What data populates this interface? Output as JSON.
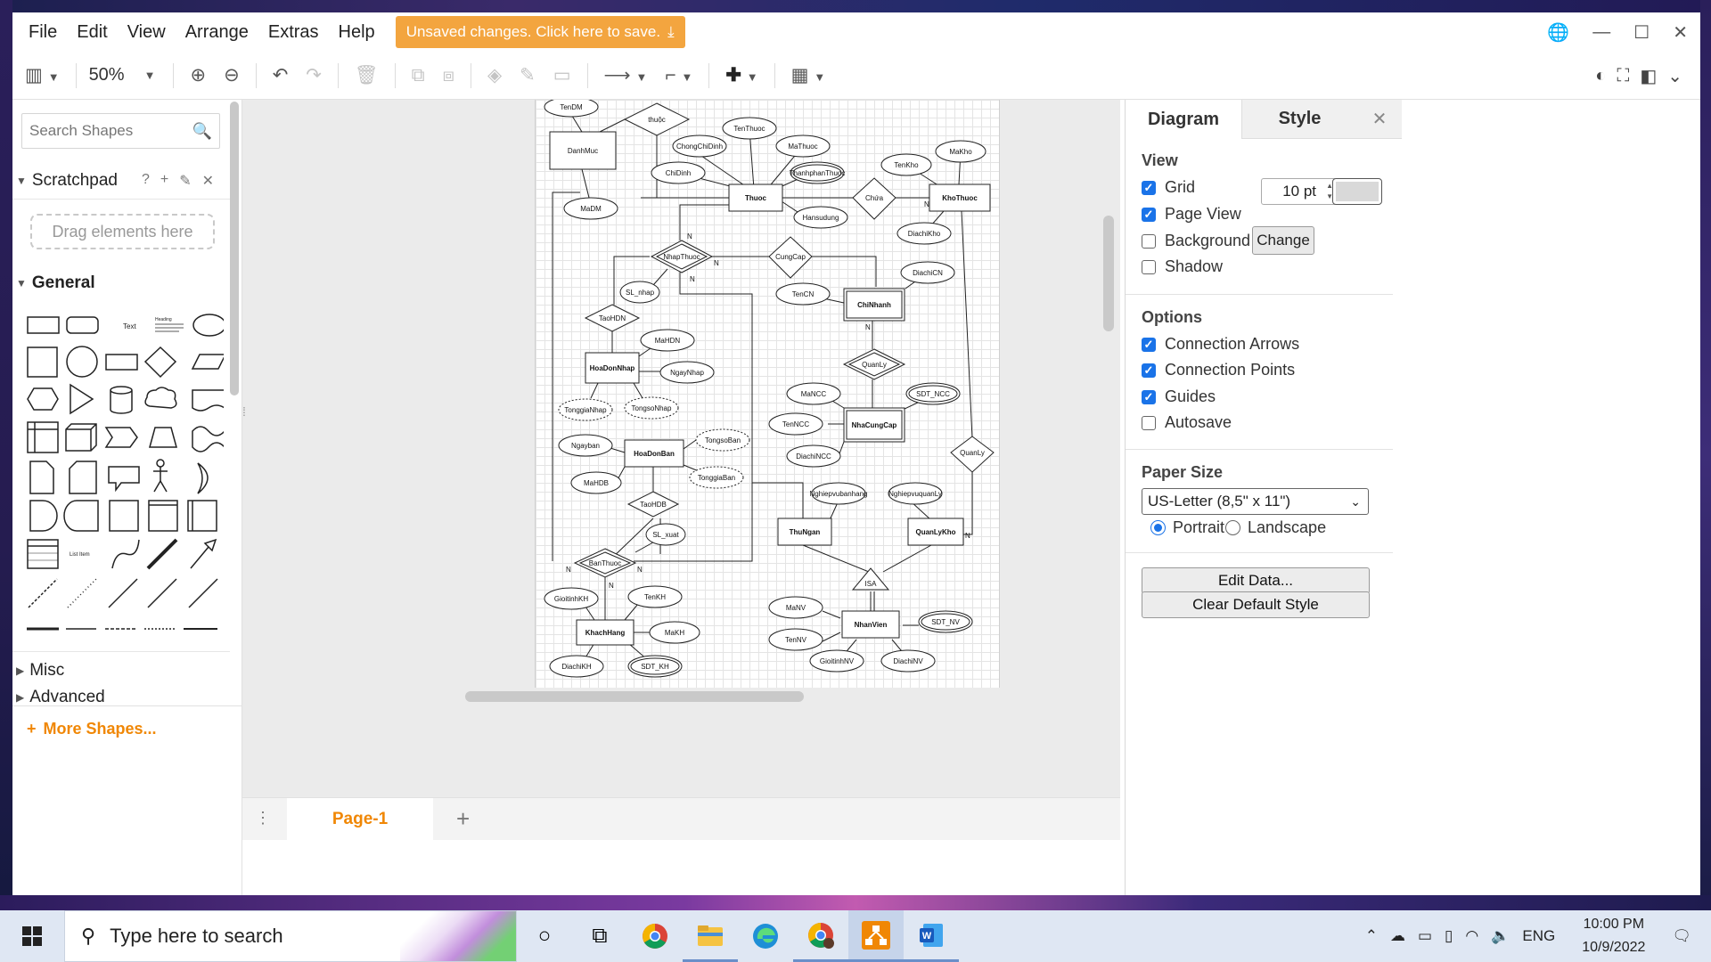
{
  "menubar": {
    "items": [
      "File",
      "Edit",
      "View",
      "Arrange",
      "Extras",
      "Help"
    ],
    "unsaved_label": "Unsaved changes. Click here to save."
  },
  "toolbar": {
    "zoom": "50%"
  },
  "sidebar": {
    "search_placeholder": "Search Shapes",
    "scratchpad_title": "Scratchpad",
    "scratchpad_tools": [
      "?",
      "+",
      "✎",
      "✕"
    ],
    "drag_hint": "Drag elements here",
    "general_title": "General",
    "misc_title": "Misc",
    "advanced_title": "Advanced",
    "more_shapes": "More Shapes...",
    "shape_text_label": "Text",
    "shape_heading_label": "Heading",
    "shape_listitem_label": "List Item"
  },
  "pages": {
    "tabs": [
      "Page-1"
    ]
  },
  "panel": {
    "tabs": [
      "Diagram",
      "Style"
    ],
    "view_title": "View",
    "grid_label": "Grid",
    "grid_checked": true,
    "grid_size": "10 pt",
    "grid_color": "#d9d9d9",
    "page_view_label": "Page View",
    "page_view_checked": true,
    "background_label": "Background",
    "background_checked": false,
    "change_label": "Change",
    "shadow_label": "Shadow",
    "shadow_checked": false,
    "options_title": "Options",
    "connection_arrows_label": "Connection Arrows",
    "connection_points_label": "Connection Points",
    "guides_label": "Guides",
    "autosave_label": "Autosave",
    "paper_title": "Paper Size",
    "paper_value": "US-Letter (8,5\" x 11\")",
    "portrait_label": "Portrait",
    "landscape_label": "Landscape",
    "orientation": "Portrait",
    "edit_data_label": "Edit Data...",
    "clear_style_label": "Clear Default Style"
  },
  "diagram": {
    "entities": {
      "danhmuc": "DanhMuc",
      "thuoc": "Thuoc",
      "khothuoc": "KhoThuoc",
      "chinhanh": "ChiNhanh",
      "hoadonnhap": "HoaDonNhap",
      "hoadonban": "HoaDonBan",
      "nhacungcap": "NhaCungCap",
      "thungan": "ThuNgan",
      "quanlykho": "QuanLyKho",
      "khachhang": "KhachHang",
      "nhanvien": "NhanVien"
    },
    "relations": {
      "thuoc_rel": "thuộc",
      "chua": "Chứa",
      "nhapthuoc": "NhapThuoc",
      "cungcap": "CungCap",
      "taohdn": "TaoHDN",
      "quanly1": "QuanLy",
      "quanly2": "QuanLy",
      "taohdb": "TaoHDB",
      "banthuoc": "BanThuoc",
      "isa": "ISA"
    },
    "attributes": {
      "tendm": "TenDM",
      "madm": "MaDM",
      "chongchidinh": "ChongChiDinh",
      "tenthuoc": "TenThuoc",
      "mathuoc": "MaThuoc",
      "chidinh": "ChiDinh",
      "thanhphan": "ThanhphanThuoc",
      "hansudung": "Hansudung",
      "tenkho": "TenKho",
      "makho": "MaKho",
      "diachikho": "DiachiKho",
      "diachicn": "DiachiCN",
      "tencn": "TenCN",
      "sl_nhap": "SL_nhap",
      "mahdn": "MaHDN",
      "ngaynhap": "NgayNhap",
      "tonggianhap": "TonggiaNhap",
      "tongsonhap": "TongsoNhap",
      "mancc": "MaNCC",
      "sdt_ncc": "SDT_NCC",
      "tenncc": "TenNCC",
      "diachincc": "DiachiNCC",
      "ngayban": "Ngayban",
      "tongsoban": "TongsoBan",
      "mahdb": "MaHDB",
      "tonggiaban": "TonggiaBan",
      "sl_xuat": "SL_xuat",
      "nghiepvubanhang": "Nghiepvubanhang",
      "nghiepvuquanly": "NghiepvuquanLy",
      "gioitinhkh": "GioitinhKH",
      "tenkh": "TenKH",
      "makh": "MaKH",
      "diachikh": "DiachiKH",
      "sdt_kh": "SDT_KH",
      "manv": "MaNV",
      "tennv": "TenNV",
      "gioitinhnv": "GioitinhNV",
      "diachinv": "DiachiNV",
      "sdt_nv": "SDT_NV"
    },
    "cardinality": {
      "n": "N"
    }
  },
  "taskbar": {
    "search_placeholder": "Type here to search",
    "language": "ENG",
    "time": "10:00 PM",
    "date": "10/9/2022"
  }
}
